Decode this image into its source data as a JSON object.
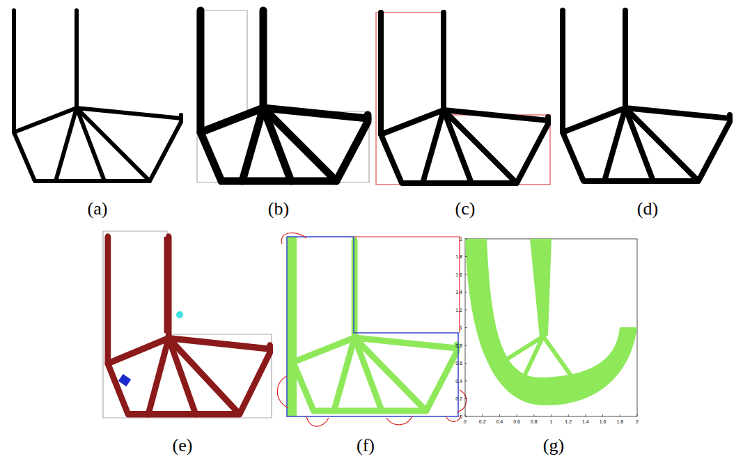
{
  "diagram": {
    "labels": [
      "(a)",
      "(b)",
      "(c)",
      "(d)",
      "(e)",
      "(f)",
      "(g)",
      "2",
      "1.8",
      "1.6",
      "1.4",
      "1.2",
      "1",
      "0.8",
      "0.6",
      "0.4",
      "0.2",
      "0",
      "0",
      "0.2",
      "0.4",
      "0.6",
      "0.8",
      "1",
      "1.2",
      "1.4",
      "1.6",
      "1.8",
      "2"
    ]
  }
}
